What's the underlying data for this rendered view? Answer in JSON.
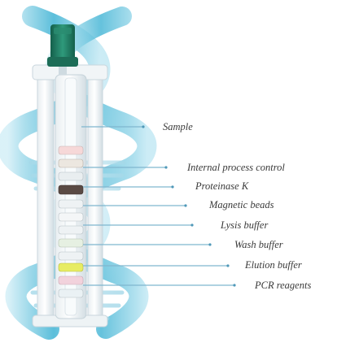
{
  "labels": {
    "sample": "Sample",
    "internal_process_control": "Internal process control",
    "proteinase_k": "Proteinase K",
    "magnetic_beads": "Magnetic beads",
    "lysis_buffer": "Lysis buffer",
    "wash_buffer": "Wash buffer",
    "elution_buffer": "Elution buffer",
    "pcr_reagents": "PCR reagents"
  },
  "colors": {
    "helix": "#3fb3d4",
    "helix_light": "#a6dcec",
    "cap": "#1f7a62",
    "leader_line": "#7fb6cf",
    "label_text": "#3a3a3a"
  }
}
